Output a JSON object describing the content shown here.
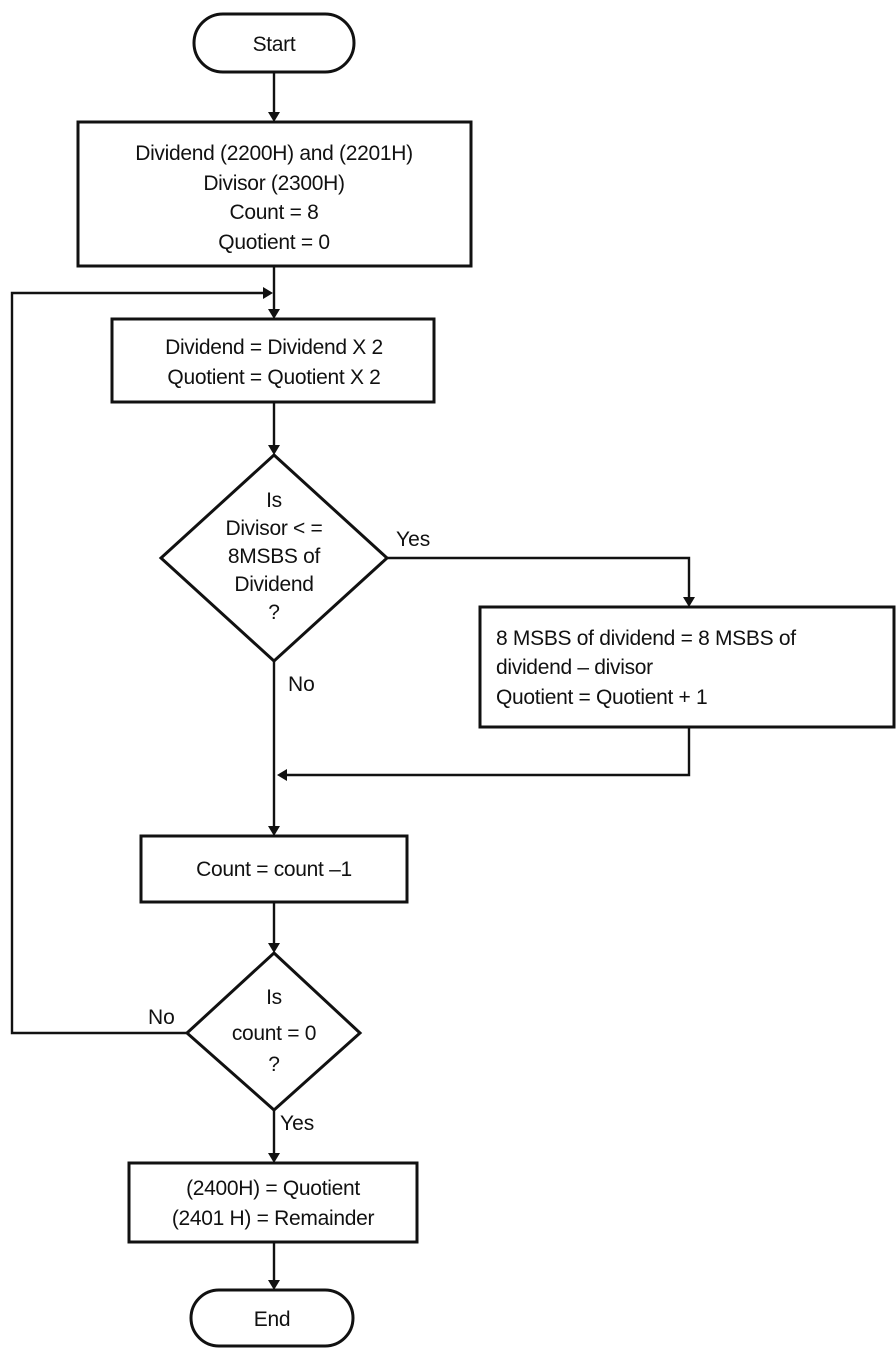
{
  "nodes": {
    "start": {
      "lines": [
        "Start"
      ]
    },
    "init": {
      "lines": [
        "Dividend (2200H) and (2201H)",
        "Divisor (2300H)",
        "Count = 8",
        "Quotient = 0"
      ]
    },
    "shift": {
      "lines": [
        "Dividend = Dividend X 2",
        "Quotient = Quotient X 2"
      ]
    },
    "compare": {
      "lines": [
        "Is",
        "Divisor < =",
        "8MSBS of",
        "Dividend",
        "?"
      ]
    },
    "subtract": {
      "lines": [
        "8 MSBS of dividend = 8 MSBS of",
        "dividend – divisor",
        "Quotient = Quotient + 1"
      ]
    },
    "decrement": {
      "lines": [
        "Count = count –1"
      ]
    },
    "check_count": {
      "lines": [
        "Is",
        "count = 0",
        "?"
      ]
    },
    "store": {
      "lines": [
        "(2400H) = Quotient",
        "(2401 H) = Remainder"
      ]
    },
    "end": {
      "lines": [
        "End"
      ]
    }
  },
  "edge_labels": {
    "compare_yes": "Yes",
    "compare_no": "No",
    "count_no": "No",
    "count_yes": "Yes"
  }
}
